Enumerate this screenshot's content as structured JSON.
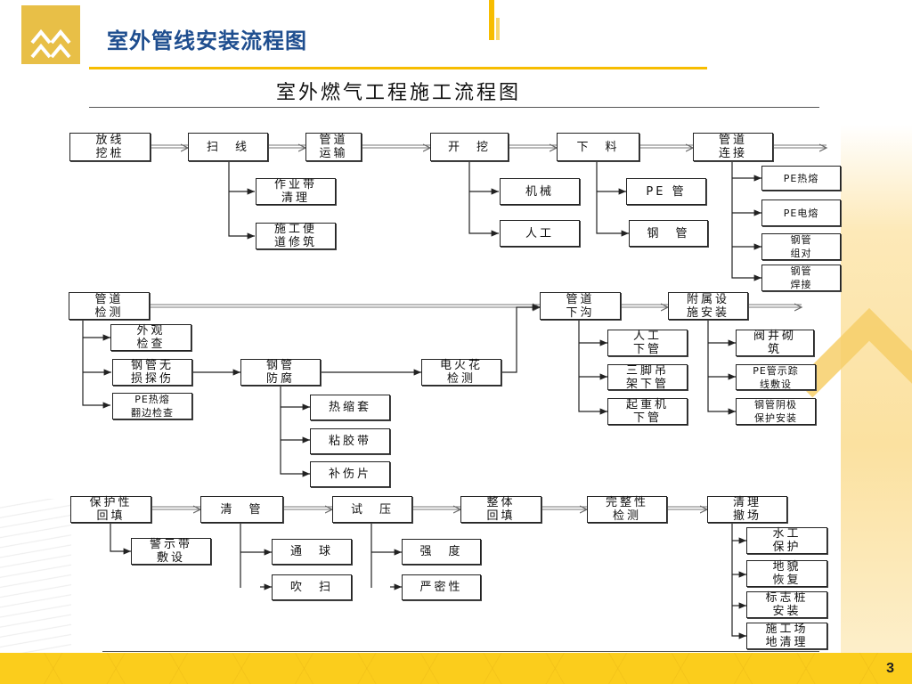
{
  "slide": {
    "title": "室外管线安装流程图",
    "page_number": "3"
  },
  "diagram": {
    "title": "室外燃气工程施工流程图",
    "row1": {
      "main": [
        "放线\n挖桩",
        "扫　线",
        "管道\n运输",
        "开　挖",
        "下　料",
        "管道\n连接"
      ],
      "sub_saoxian": [
        "作业带\n清理",
        "施工便\n道修筑"
      ],
      "sub_kaiwa": [
        "机械",
        "人工"
      ],
      "sub_xialiao": [
        "PE 管",
        "钢　管"
      ],
      "sub_lianjie": [
        "PE热熔",
        "PE电熔",
        "钢管\n组对",
        "钢管\n焊接"
      ]
    },
    "row2": {
      "main": [
        "管道\n检测",
        "管道\n下沟",
        "附属设\n施安装"
      ],
      "sub_jiance": [
        "外观\n检查",
        "钢管无\n损探伤",
        "PE热熔\n翻边检查"
      ],
      "fangfu": "钢管\n防腐",
      "sub_fangfu": [
        "热缩套",
        "粘胶带",
        "补伤片"
      ],
      "dianhuohua": "电火花\n检测",
      "sub_xiagou": [
        "人工\n下管",
        "三脚吊\n架下管",
        "起重机\n下管"
      ],
      "sub_fushu": [
        "阀井砌\n筑",
        "PE管示踪\n线敷设",
        "钢管阴极\n保护安装"
      ]
    },
    "row3": {
      "main": [
        "保护性\n回填",
        "清　管",
        "试　压",
        "整体\n回填",
        "完整性\n检测",
        "清理\n撤场"
      ],
      "sub_huitian": [
        "警示带\n敷设"
      ],
      "sub_qingguan": [
        "通　球",
        "吹　扫"
      ],
      "sub_shiya": [
        "强　度",
        "严密性"
      ],
      "sub_chechang": [
        "水工\n保护",
        "地貌\n恢复",
        "标志桩\n安装",
        "施工场\n地清理"
      ]
    }
  },
  "colors": {
    "brand_gold": "#e8bf47",
    "accent_yellow": "#f7bd00",
    "title_blue": "#1f4e8f",
    "footer_yellow": "#fbcd1c"
  }
}
